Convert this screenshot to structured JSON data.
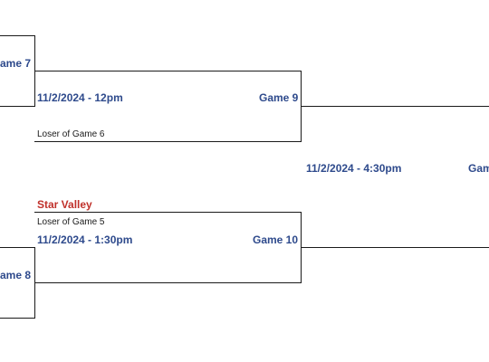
{
  "colors": {
    "game_label": "#2e4a8c",
    "team_winner": "#c0312b",
    "lines": "#1a1a1a"
  },
  "games": {
    "game7": {
      "label": "ame 7"
    },
    "game8": {
      "label": "ame 8"
    },
    "game9": {
      "label": "Game 9",
      "datetime": "11/2/2024 - 12pm",
      "bottom_slot": "Loser of Game 6"
    },
    "game10": {
      "label": "Game 10",
      "datetime": "11/2/2024 - 1:30pm",
      "top_team": "Star Valley",
      "top_slot": "Loser of Game 5"
    },
    "next": {
      "label": "Gam",
      "datetime": "11/2/2024 - 4:30pm"
    }
  }
}
